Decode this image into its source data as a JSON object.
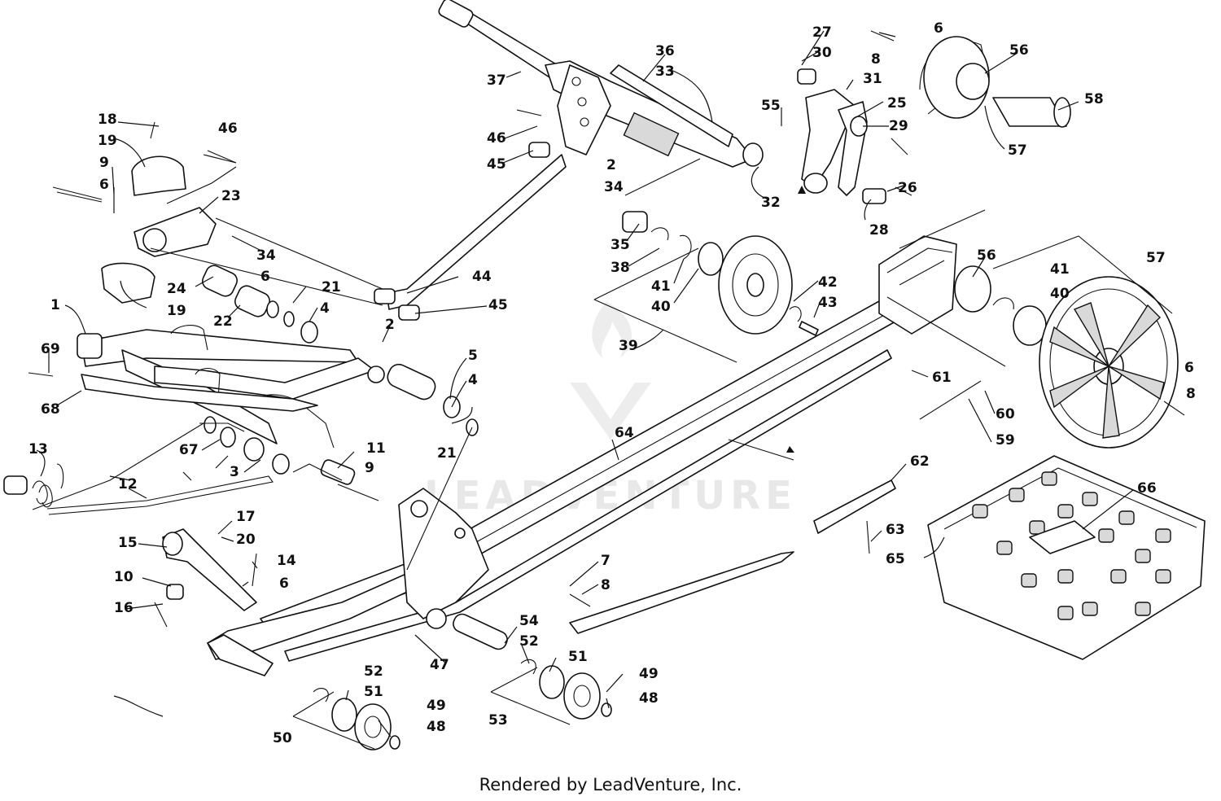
{
  "watermark": "LEADVENTURE",
  "footer": "Rendered by LeadVenture, Inc.",
  "callouts": [
    "1",
    "2",
    "3",
    "4",
    "5",
    "6",
    "7",
    "8",
    "9",
    "10",
    "11",
    "12",
    "13",
    "14",
    "15",
    "16",
    "17",
    "18",
    "19",
    "20",
    "21",
    "22",
    "23",
    "24",
    "25",
    "26",
    "27",
    "28",
    "29",
    "30",
    "31",
    "32",
    "33",
    "34",
    "35",
    "36",
    "37",
    "38",
    "39",
    "40",
    "41",
    "42",
    "43",
    "44",
    "45",
    "46",
    "47",
    "48",
    "49",
    "50",
    "51",
    "52",
    "53",
    "54",
    "55",
    "56",
    "57",
    "58",
    "59",
    "60",
    "61",
    "62",
    "63",
    "64",
    "65",
    "66",
    "67",
    "68",
    "69"
  ]
}
